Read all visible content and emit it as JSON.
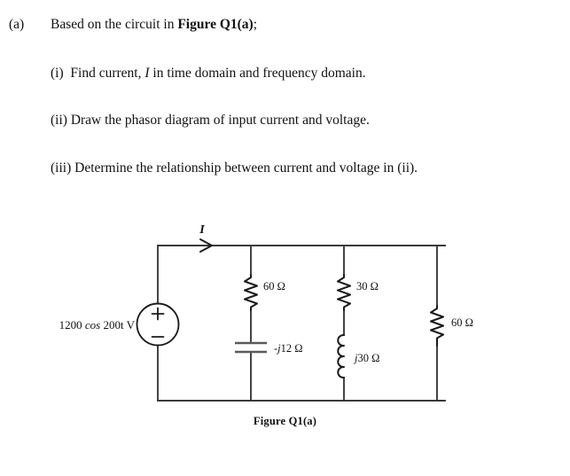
{
  "question": {
    "part_label": "(a)",
    "part_text_plain": "Based on the circuit in Figure Q1(a);",
    "part_text_lead": "Based on the circuit in ",
    "part_text_bold": "Figure Q1(a)",
    "part_text_tail": ";",
    "items": [
      {
        "marker": "(i)",
        "text": "Find current, I in time domain and frequency domain.",
        "pre": "Find current, ",
        "italic": "I",
        "post": " in time domain and frequency domain."
      },
      {
        "marker": "(ii)",
        "text": "Draw the phasor diagram of input current and voltage.",
        "pre": "Draw the phasor diagram of input current and voltage.",
        "italic": "",
        "post": ""
      },
      {
        "marker": "(iii)",
        "text": "Determine the relationship between current and voltage in (ii).",
        "pre": "Determine the relationship between current and voltage in (ii).",
        "italic": "",
        "post": ""
      }
    ]
  },
  "figure": {
    "caption": "Figure Q1(a)",
    "current_label": "I",
    "source": {
      "label_full": "1200 cos 200t V",
      "amplitude": "1200",
      "function": "cos",
      "argument": "200t",
      "unit": "V",
      "plus_sign": "+",
      "minus_sign": "−"
    },
    "components": [
      {
        "name": "resistor-60-left",
        "label": "60 Ω",
        "value": "60",
        "unit": "Ω",
        "kind": "resistor",
        "branch": 1
      },
      {
        "name": "capacitor-j12",
        "label": "-j12 Ω",
        "value": "-j12",
        "unit": "Ω",
        "kind": "capacitor",
        "branch": 1,
        "prefix": "-",
        "imag": "j",
        "magnitude": "12"
      },
      {
        "name": "resistor-30",
        "label": "30 Ω",
        "value": "30",
        "unit": "Ω",
        "kind": "resistor",
        "branch": 2
      },
      {
        "name": "inductor-j30",
        "label": "j30 Ω",
        "value": "j30",
        "unit": "Ω",
        "kind": "inductor",
        "branch": 2,
        "imag": "j",
        "magnitude": "30"
      },
      {
        "name": "resistor-60-right",
        "label": "60 Ω",
        "value": "60",
        "unit": "Ω",
        "kind": "resistor",
        "branch": 3
      }
    ],
    "colors": {
      "wire": "#3a3a3a",
      "component": "#1b1b1b",
      "text": "#111111",
      "background": "#ffffff"
    }
  }
}
